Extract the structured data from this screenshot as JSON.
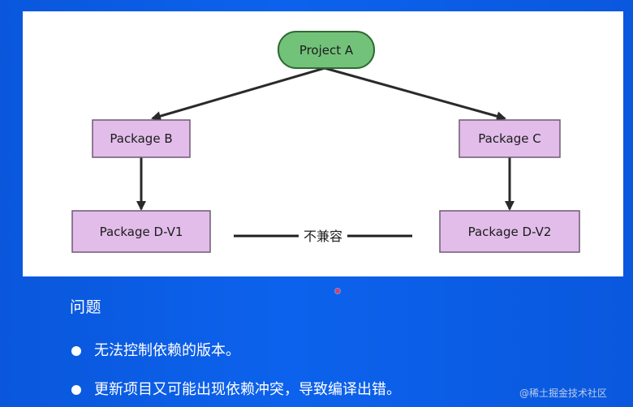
{
  "diagram": {
    "nodes": {
      "project_a": "Project A",
      "package_b": "Package B",
      "package_c": "Package C",
      "package_d_v1": "Package D-V1",
      "package_d_v2": "Package D-V2"
    },
    "edges": [
      {
        "from": "Project A",
        "to": "Package B"
      },
      {
        "from": "Project A",
        "to": "Package C"
      },
      {
        "from": "Package B",
        "to": "Package D-V1"
      },
      {
        "from": "Package C",
        "to": "Package D-V2"
      }
    ],
    "conflict_label": "不兼容",
    "colors": {
      "project_fill": "#73c27a",
      "project_stroke": "#2e6b33",
      "package_fill": "#e2bdea",
      "package_stroke": "#6f5a73",
      "arrow": "#2a2a2a"
    }
  },
  "content": {
    "heading": "问题",
    "bullets": [
      "无法控制依赖的版本。",
      "更新项目又可能出现依赖冲突，导致编译出错。"
    ]
  },
  "watermark": "@稀土掘金技术社区"
}
